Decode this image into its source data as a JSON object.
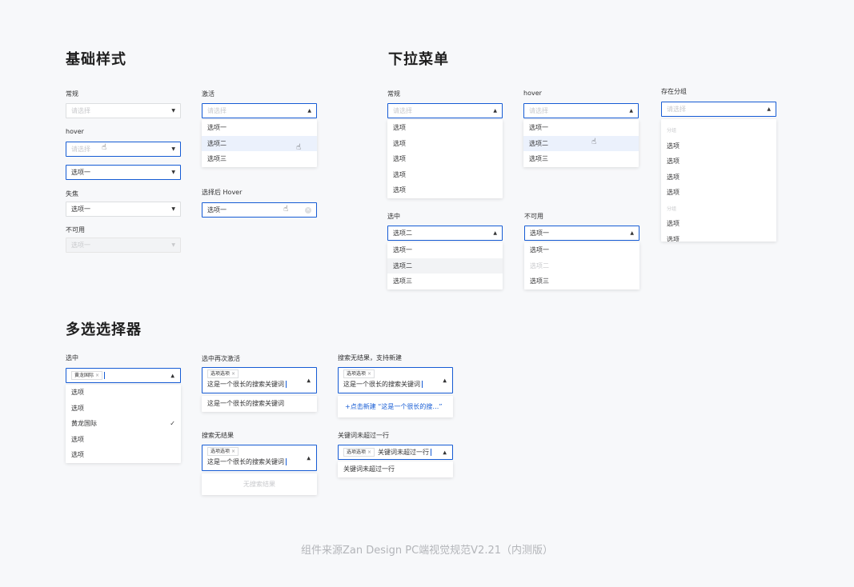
{
  "sections": {
    "basic": "基础样式",
    "dropdown": "下拉菜单",
    "multi": "多选选择器"
  },
  "basic": {
    "normal_label": "常规",
    "placeholder": "请选择",
    "hover_label": "hover",
    "hover_filled": "选项一",
    "blur_label": "失焦",
    "blur_value": "选项一",
    "disabled_label": "不可用",
    "disabled_value": "选项一",
    "active_label": "激活",
    "active_options": [
      "选项一",
      "选项二",
      "选项三"
    ],
    "hover_after_label": "选择后 Hover",
    "hover_after_value": "选项一"
  },
  "dropdown": {
    "normal_label": "常规",
    "placeholder": "请选择",
    "normal_options": [
      "选项",
      "选项",
      "选项",
      "选项",
      "选项"
    ],
    "hover_label": "hover",
    "hover_options": [
      "选项一",
      "选项二",
      "选项三"
    ],
    "group_label": "存在分组",
    "group_items": [
      "分组",
      "选项",
      "选项",
      "选项",
      "选项",
      "分组",
      "选项",
      "选项"
    ],
    "selected_label": "选中",
    "selected_value": "选项二",
    "selected_options": [
      "选项一",
      "选项二",
      "选项三"
    ],
    "disabled_label": "不可用",
    "disabled_value": "选项一",
    "disabled_options": [
      "选项一",
      "选项二",
      "选项三"
    ]
  },
  "multi": {
    "selected_label": "选中",
    "selected_tag": "黄龙国际",
    "selected_options": [
      "选项",
      "选项",
      "黄龙国际",
      "选项",
      "选项"
    ],
    "check": "✓",
    "reactivate_label": "选中再次激活",
    "tag": "选项选项",
    "keyword": "这是一个很长的搜索关键词",
    "reactivate_result": "这是一个很长的搜索关键词",
    "no_result_label": "搜索无结果",
    "no_result_text": "无搜索结果",
    "create_label": "搜索无结果，支持新建",
    "create_text": "+点击新建 “这是一个很长的搜…”",
    "oneline_label": "关键词未超过一行",
    "oneline_keyword": "关键词未超过一行",
    "oneline_result": "关键词未超过一行"
  },
  "footer": "组件来源Zan Design PC端视觉规范V2.21（内测版）",
  "colors": {
    "accent": "#155bd4",
    "hover_bg": "#ebf1fc",
    "border": "#dcdee0",
    "disabled": "#c8c9cc"
  }
}
